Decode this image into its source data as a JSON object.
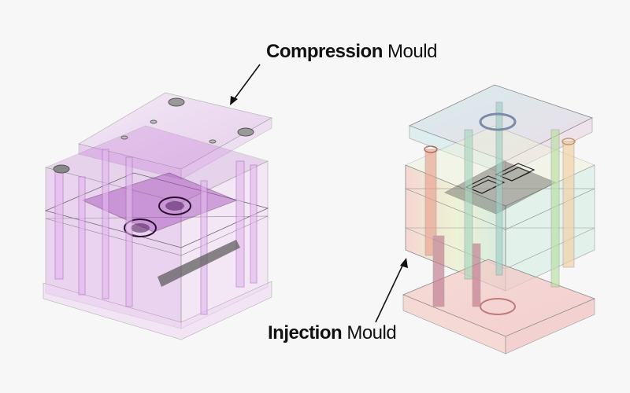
{
  "labels": {
    "compression_bold": "Compression",
    "compression_light": "Mould",
    "injection_bold": "Injection",
    "injection_light": "Mould"
  },
  "colors": {
    "background": "#f7f7f7",
    "compression_tint": "#c77ad8",
    "injection_tint_teal": "#7fc8c0",
    "injection_tint_pink": "#f0a0a0",
    "injection_tint_yellow": "#e8e8a0",
    "outline": "#555555"
  }
}
